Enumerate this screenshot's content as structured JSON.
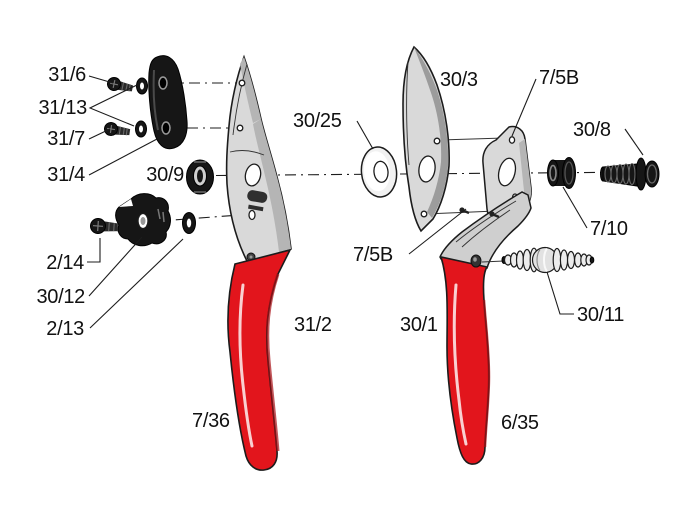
{
  "labels": {
    "p31_6": "31/6",
    "p31_13": "31/13",
    "p31_7": "31/7",
    "p31_4": "31/4",
    "p30_9": "30/9",
    "p2_14": "2/14",
    "p30_12": "30/12",
    "p2_13": "2/13",
    "p31_2": "31/2",
    "p7_36": "7/36",
    "p30_25": "30/25",
    "p30_3": "30/3",
    "p7_5b_top": "7/5B",
    "p30_8": "30/8",
    "p7_10": "7/10",
    "p7_5b_bottom": "7/5B",
    "p30_11": "30/11",
    "p30_1": "30/1",
    "p6_35": "6/35"
  },
  "colors": {
    "handle_red": "#e2151c",
    "metal": "#d9d9d9",
    "metal_shade": "#b5b5b5",
    "part_black": "#161616",
    "line": "#1c1c1c"
  }
}
